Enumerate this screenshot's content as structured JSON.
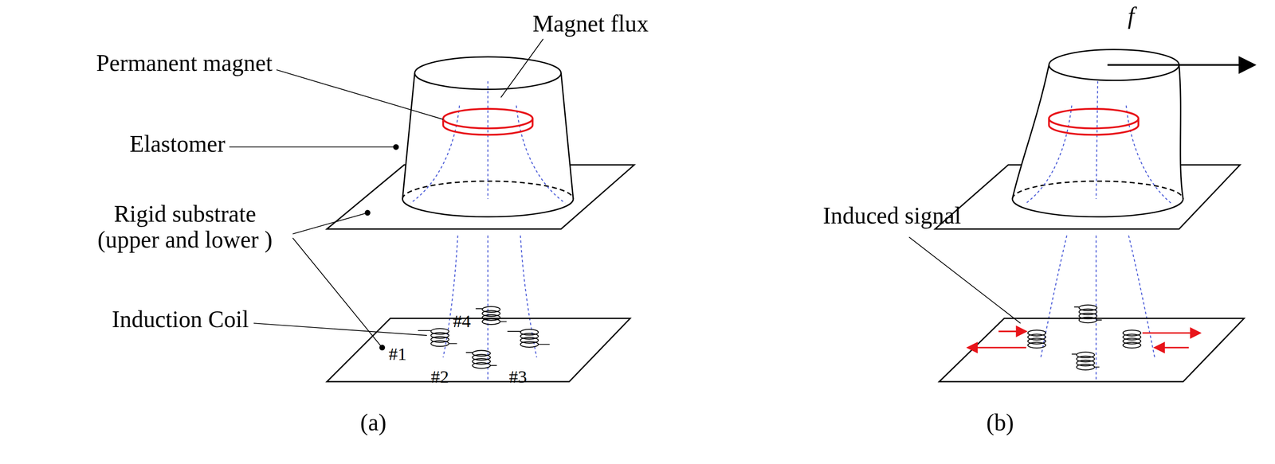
{
  "diagram": {
    "labels": [
      "Magnet flux",
      "Permanent magnet",
      "Elastomer",
      "Rigid substrate (upper and lower )",
      "Induction Coil",
      "#4",
      "#1",
      "#2",
      "#3",
      "(a)",
      "f",
      "Induced signal",
      "(b)"
    ]
  }
}
